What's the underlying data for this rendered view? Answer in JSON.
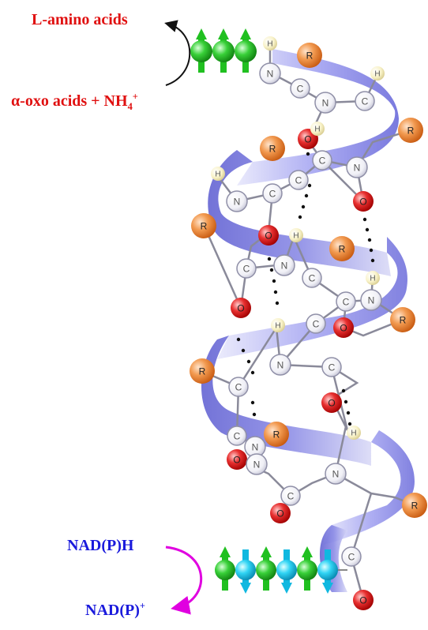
{
  "labels": {
    "amino_acids": "L-amino acids",
    "oxo_prefix": "α-oxo acids + NH",
    "oxo_sub": "4",
    "oxo_sup": "+",
    "nadph": "NAD(P)H",
    "nadp_base": "NAD(P)",
    "nadp_sup": "+"
  },
  "atoms": {
    "N": "N",
    "C": "C",
    "H": "H",
    "O": "O",
    "R": "R"
  },
  "colors": {
    "red_text": "#e01010",
    "blue_text": "#1a1adc",
    "magenta_arrow": "#e000e0",
    "ribbon": "#8a8aee",
    "r_sphere": "#f08a3a",
    "o_sphere": "#e01818",
    "h_sphere": "#f6f0c0",
    "green_sphere": "#2ed02e",
    "cyan_sphere": "#22d0f0"
  }
}
